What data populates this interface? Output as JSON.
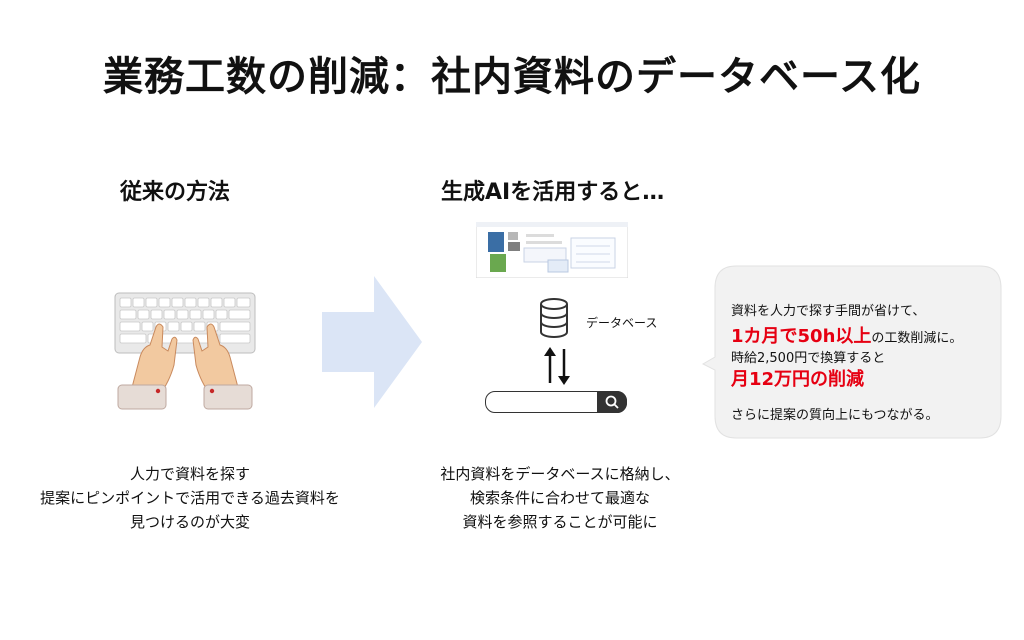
{
  "title": "業務工数の削減：社内資料のデータベース化",
  "left": {
    "heading": "従来の方法",
    "caption": [
      "人力で資料を探す",
      "提案にピンポイントで活用できる過去資料を",
      "見つけるのが大変"
    ]
  },
  "right": {
    "heading": "生成AIを活用すると…",
    "db_label": "データベース",
    "caption": [
      "社内資料をデータベースに格納し、",
      "検索条件に合わせて最適な",
      "資料を参照することが可能に"
    ]
  },
  "bubble": {
    "line1": "資料を人力で探す手間が省けて、",
    "line2_red": "1カ月で50h以上",
    "line2_rest": "の工数削減に。",
    "line3": "時給2,500円で換算すると",
    "line4_red": "月12万円の削減",
    "line5": "さらに提案の質向上にもつながる。"
  },
  "colors": {
    "accent_red": "#e60012",
    "arrow": "#dbe5f6",
    "bubble": "#f2f2f2"
  },
  "icons": [
    "keyboard-hands-illustration",
    "right-arrow-icon",
    "web-screenshot-thumbnail",
    "database-icon",
    "up-down-arrows-icon",
    "search-icon"
  ]
}
